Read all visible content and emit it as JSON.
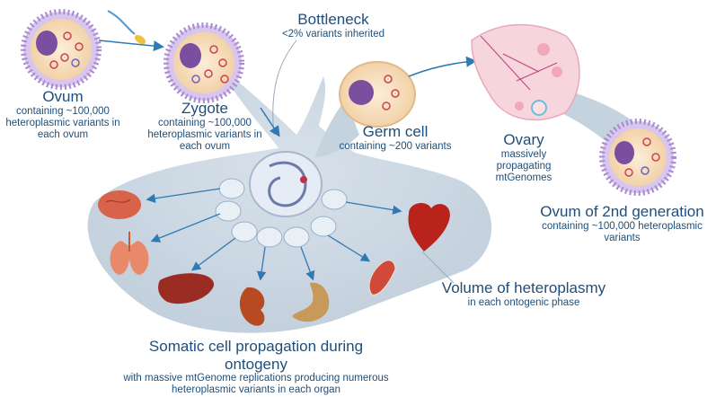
{
  "labels": {
    "ovum_title": "Ovum",
    "ovum_sub": "containing ~100,000 heteroplasmic variants in each ovum",
    "zygote_title": "Zygote",
    "zygote_sub": "containing ~100,000 heteroplasmic variants in each ovum",
    "bottleneck_title": "Bottleneck",
    "bottleneck_sub": "<2% variants inherited",
    "germ_title": "Germ cell",
    "germ_sub": "containing ~200 variants",
    "ovary_title": "Ovary",
    "ovary_sub": "massively propagating mtGenomes",
    "ovum2_title": "Ovum of 2nd generation",
    "ovum2_sub": "containing ~100,000 heteroplasmic variants",
    "volume_title": "Volume of heteroplasmy",
    "volume_sub": "in each ontogenic phase",
    "somatic_title": "Somatic cell propagation during ontogeny",
    "somatic_sub": "with massive mtGenome replications producing numerous heteroplasmic variants in each organ"
  },
  "colors": {
    "text": "#1f4e79",
    "volume": "#c5d3df",
    "arrow": "#2f7ab3",
    "cell_fill": "#f6dfbf",
    "cell_ring": "#a98ad0",
    "nucleus": "#7a4fa0",
    "organ": "#d95a3a"
  },
  "icons": [
    "ovum-cell-icon",
    "sperm-icon",
    "zygote-cell-icon",
    "germ-cell-icon",
    "ovary-icon",
    "ovum2-cell-icon",
    "embryo-icon",
    "brain-icon",
    "lungs-icon",
    "liver-icon",
    "kidney-icon",
    "stomach-icon",
    "muscle-icon",
    "heart-icon"
  ]
}
